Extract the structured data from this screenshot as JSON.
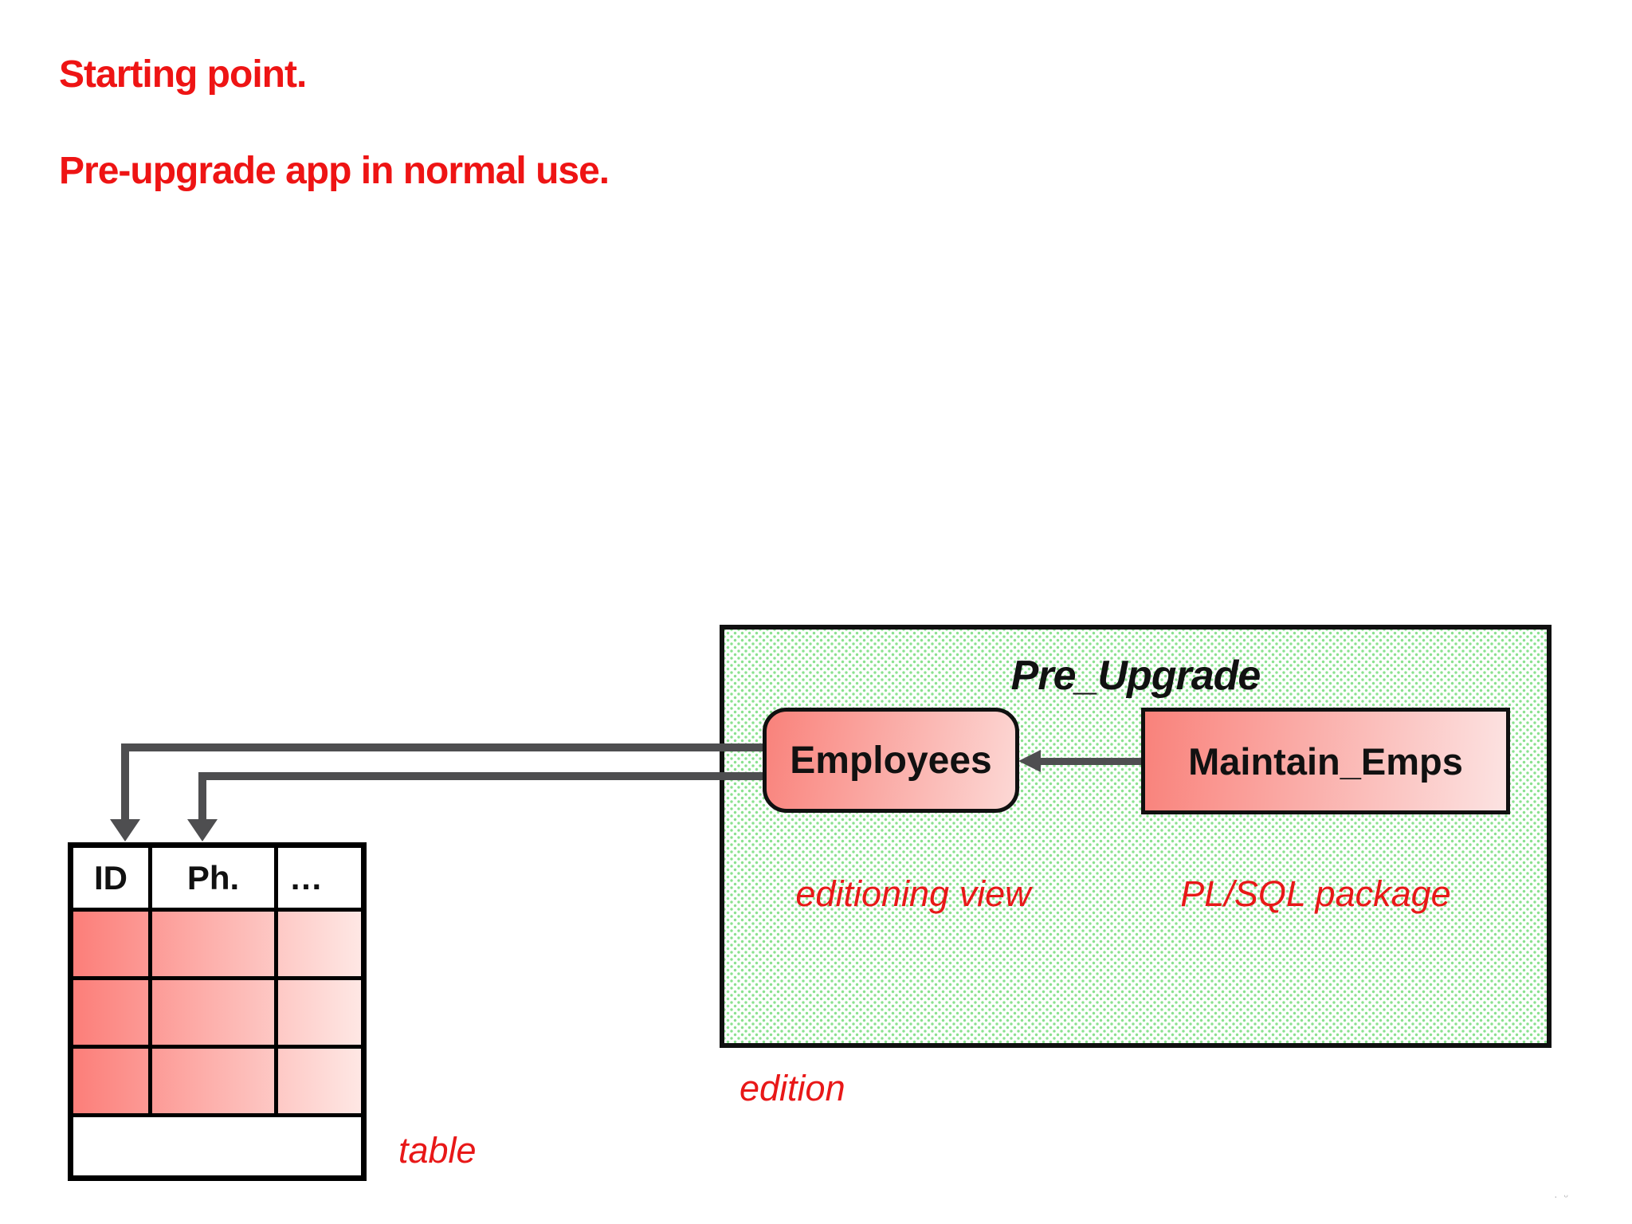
{
  "slide": {
    "title_line1": "Starting point.",
    "title_line2": "Pre-upgrade app in normal use."
  },
  "edition": {
    "name": "Pre_Upgrade",
    "caption": "edition",
    "view_box_label": "Employees",
    "view_caption": "editioning view",
    "package_box_label": "Maintain_Emps",
    "package_caption": "PL/SQL package"
  },
  "table": {
    "caption": "table",
    "headers": [
      "ID",
      "Ph.",
      "…"
    ],
    "data_row_count": 3
  },
  "icons": {
    "connector_arrows": "down-arrow-icon, left-arrow-icon"
  },
  "colors": {
    "title_red": "#ee1414",
    "caption_red": "#e81818",
    "connector_gray": "#4e4e50",
    "pattern_green": "#8ae18f",
    "node_gradient_left": "#f9827b",
    "node_gradient_right": "#fcd8d5",
    "row_gradient_left": "#fc7e79",
    "row_gradient_right": "#fee7e4",
    "border_black": "#000000"
  }
}
